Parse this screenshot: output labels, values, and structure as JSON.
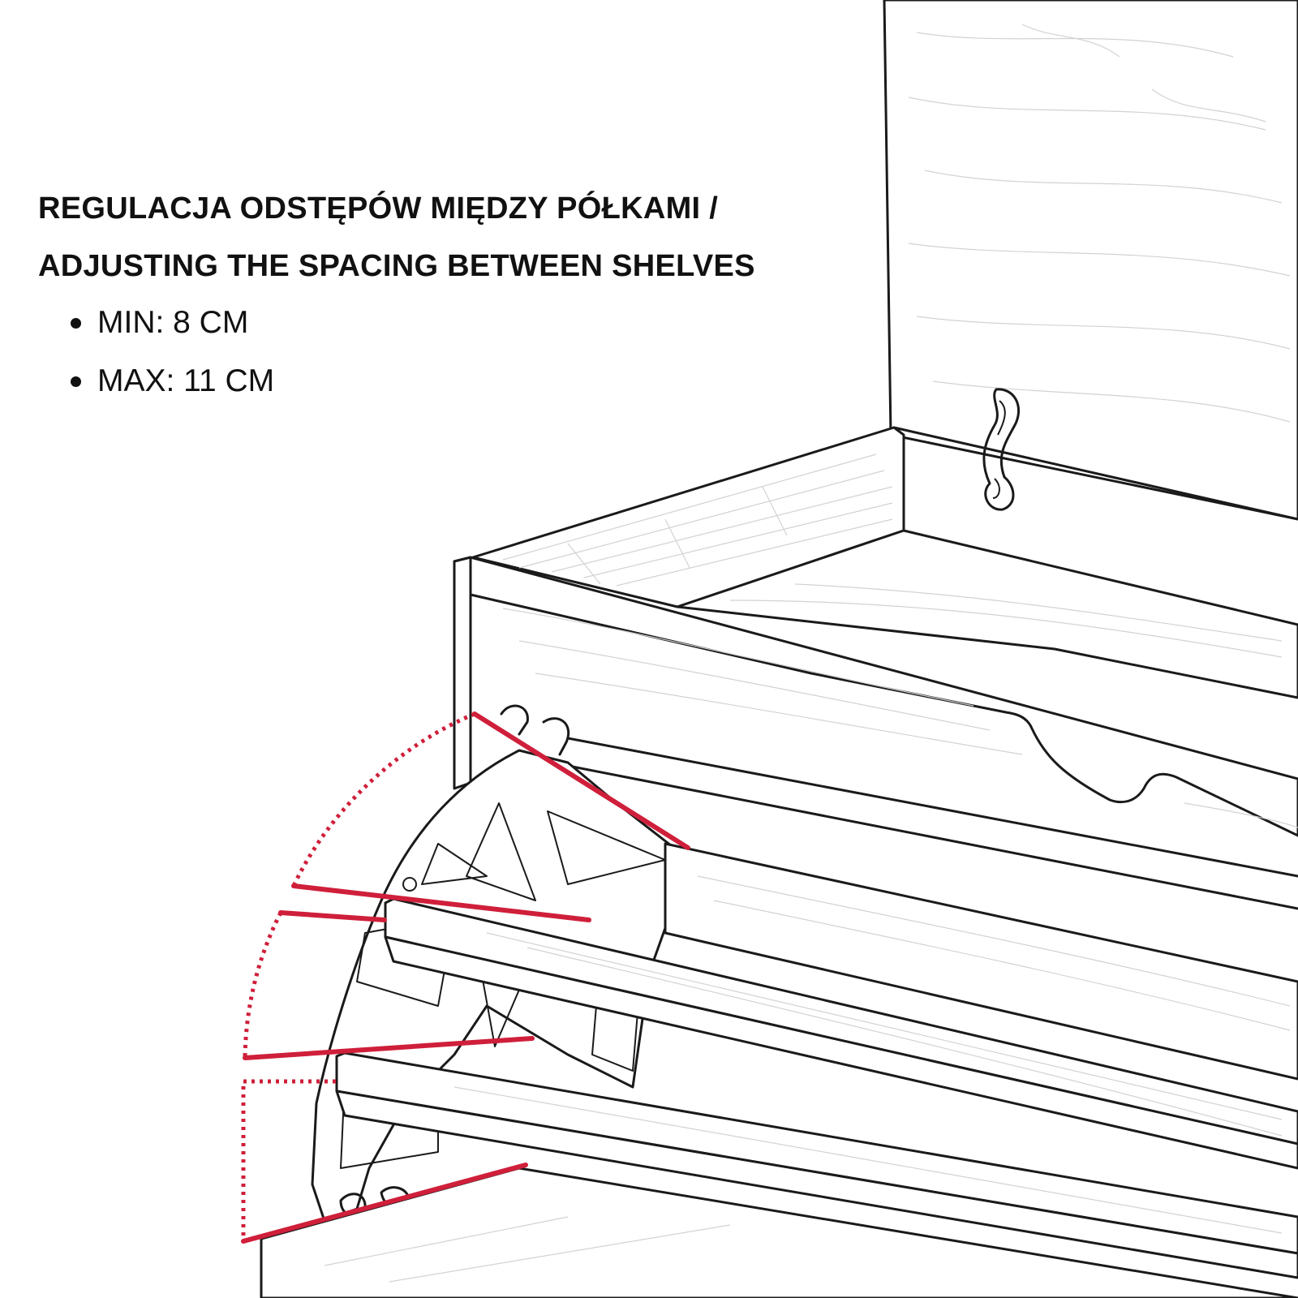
{
  "heading": {
    "line1": "REGULACJA  ODSTĘPÓW MIĘDZY PÓŁKAMI /",
    "line2": "ADJUSTING THE SPACING BETWEEN SHELVES"
  },
  "specs": [
    {
      "label": "MIN: 8 CM"
    },
    {
      "label": "MAX: 11 CM"
    }
  ],
  "colors": {
    "text": "#111111",
    "line_art": "#1a1a1a",
    "accent_red": "#cf1f3a",
    "background": "#ffffff"
  },
  "icons": [
    "bullet-dot",
    "lid-hinge-icon",
    "tilt-bracket-icon"
  ]
}
